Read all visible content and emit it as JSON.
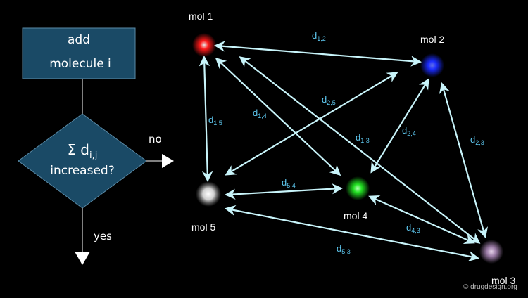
{
  "flowchart": {
    "step": {
      "line1": "add",
      "line2": "molecule i"
    },
    "decision": {
      "sigma": "Σ",
      "d": "d",
      "d_sub": "i,j",
      "line2": "increased?"
    },
    "no_label": "no",
    "yes_label": "yes"
  },
  "molecules": [
    {
      "id": "mol1",
      "label": "mol 1",
      "color": "#ff1a1a"
    },
    {
      "id": "mol2",
      "label": "mol 2",
      "color": "#1a2cff"
    },
    {
      "id": "mol3",
      "label": "mol 3",
      "color": "#b08fb8"
    },
    {
      "id": "mol4",
      "label": "mol 4",
      "color": "#22e022"
    },
    {
      "id": "mol5",
      "label": "mol 5",
      "color": "#f2f2f2"
    }
  ],
  "distances": [
    {
      "id": "d12",
      "base": "d",
      "sub": "1,2"
    },
    {
      "id": "d25",
      "base": "d",
      "sub": "2,5"
    },
    {
      "id": "d14",
      "base": "d",
      "sub": "1,4"
    },
    {
      "id": "d15",
      "base": "d",
      "sub": "1,5"
    },
    {
      "id": "d13",
      "base": "d",
      "sub": "1,3"
    },
    {
      "id": "d24",
      "base": "d",
      "sub": "2,4"
    },
    {
      "id": "d23",
      "base": "d",
      "sub": "2,3"
    },
    {
      "id": "d54",
      "base": "d",
      "sub": "5,4"
    },
    {
      "id": "d43",
      "base": "d",
      "sub": "4,3"
    },
    {
      "id": "d53",
      "base": "d",
      "sub": "5,3"
    }
  ],
  "colors": {
    "arrow": "#c8f4fa",
    "box": "#1a4a66",
    "label": "#5ec8f0"
  },
  "copyright": "© drugdesign.org"
}
